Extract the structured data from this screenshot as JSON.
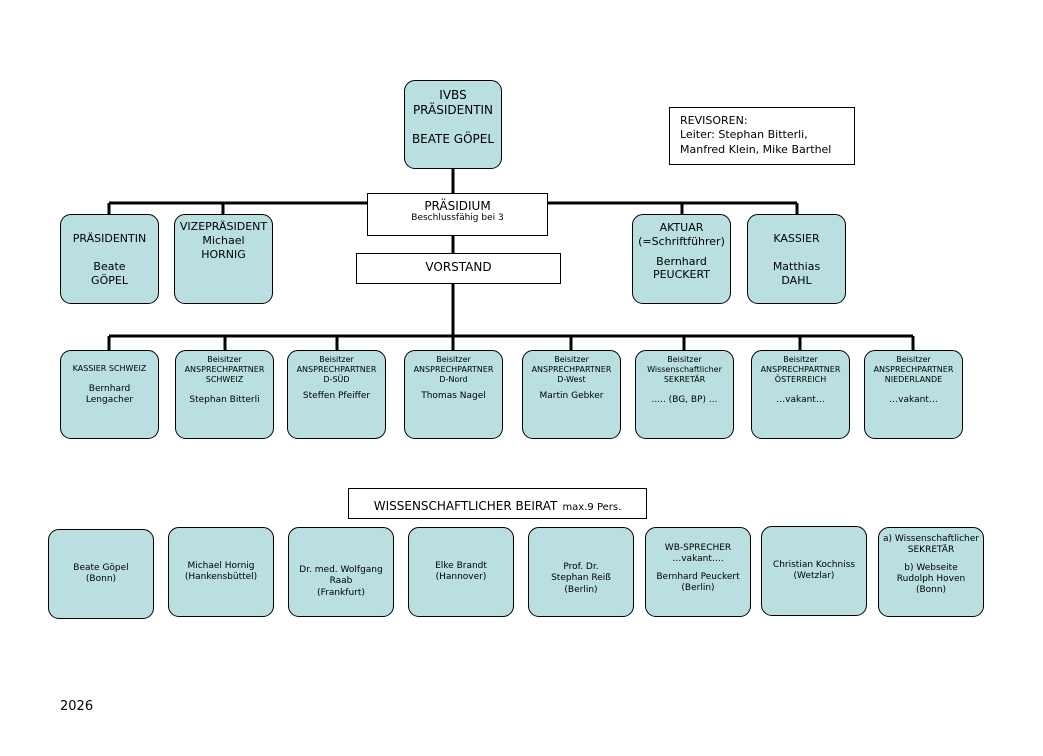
{
  "president": {
    "line1": "IVBS",
    "line2": "PRÄSIDENTIN",
    "line3": "BEATE GÖPEL"
  },
  "auditors": {
    "line1": "REVISOREN:",
    "line2": "Leiter: Stephan Bitterli,",
    "line3": "Manfred Klein, Mike Barthel"
  },
  "presidium": {
    "title": "PRÄSIDIUM",
    "subtitle": "Beschlussfähig bei 3"
  },
  "executive_label": "VORSTAND",
  "board": [
    {
      "role": "PRÄSIDENTIN",
      "name": "Beate\nGÖPEL"
    },
    {
      "role": "VIZEPRÄSIDENT\nMichael\nHORNIG",
      "name": ""
    },
    {
      "role": "AKTUAR\n(=Schriftführer)",
      "name": "Bernhard\nPEUCKERT"
    },
    {
      "role": "KASSIER",
      "name": "Matthias\nDAHL"
    }
  ],
  "members": [
    {
      "role": "KASSIER SCHWEIZ",
      "name": "Bernhard\nLengacher"
    },
    {
      "role": "Beisitzer\nANSPRECHPARTNER\nSCHWEIZ",
      "name": "Stephan Bitterli"
    },
    {
      "role": "Beisitzer\nANSPRECHPARTNER\nD-SÜD",
      "name": "Steffen Pfeiffer"
    },
    {
      "role": "Beisitzer\nANSPRECHPARTNER\nD-Nord",
      "name": "Thomas Nagel"
    },
    {
      "role": "Beisitzer\nANSPRECHPARTNER\nD-West",
      "name": "Martin Gebker"
    },
    {
      "role": "Beisitzer\nWissenschaftlicher\nSEKRETÄR",
      "name": "..... (BG, BP) ..."
    },
    {
      "role": "Beisitzer\nANSPRECHPARTNER\nÖSTERREICH",
      "name": "…vakant…"
    },
    {
      "role": "Beisitzer\nANSPRECHPARTNER\nNIEDERLANDE",
      "name": "…vakant…"
    }
  ],
  "advisory": {
    "title": "WISSENSCHAFTLICHER BEIRAT",
    "note": "max.9 Pers."
  },
  "advisors": [
    {
      "text": "Beate Göpel\n(Bonn)"
    },
    {
      "text": "Michael Hornig\n(Hankensbüttel)"
    },
    {
      "text": "Dr. med. Wolfgang\nRaab\n(Frankfurt)"
    },
    {
      "text": "Elke Brandt\n(Hannover)"
    },
    {
      "text": "Prof. Dr.\nStephan Reiß\n(Berlin)"
    },
    {
      "head": "WB-SPRECHER\n…vakant….",
      "text": "Bernhard Peuckert\n(Berlin)"
    },
    {
      "text": "Christian Kochniss\n(Wetzlar)"
    },
    {
      "head": "a) Wissenschaftlicher\nSEKRETÄR",
      "text": "b) Webseite\nRudolph Hoven\n(Bonn)"
    }
  ],
  "year": "2026",
  "colors": {
    "box_fill": "#b9dfe0",
    "line": "#000000"
  }
}
